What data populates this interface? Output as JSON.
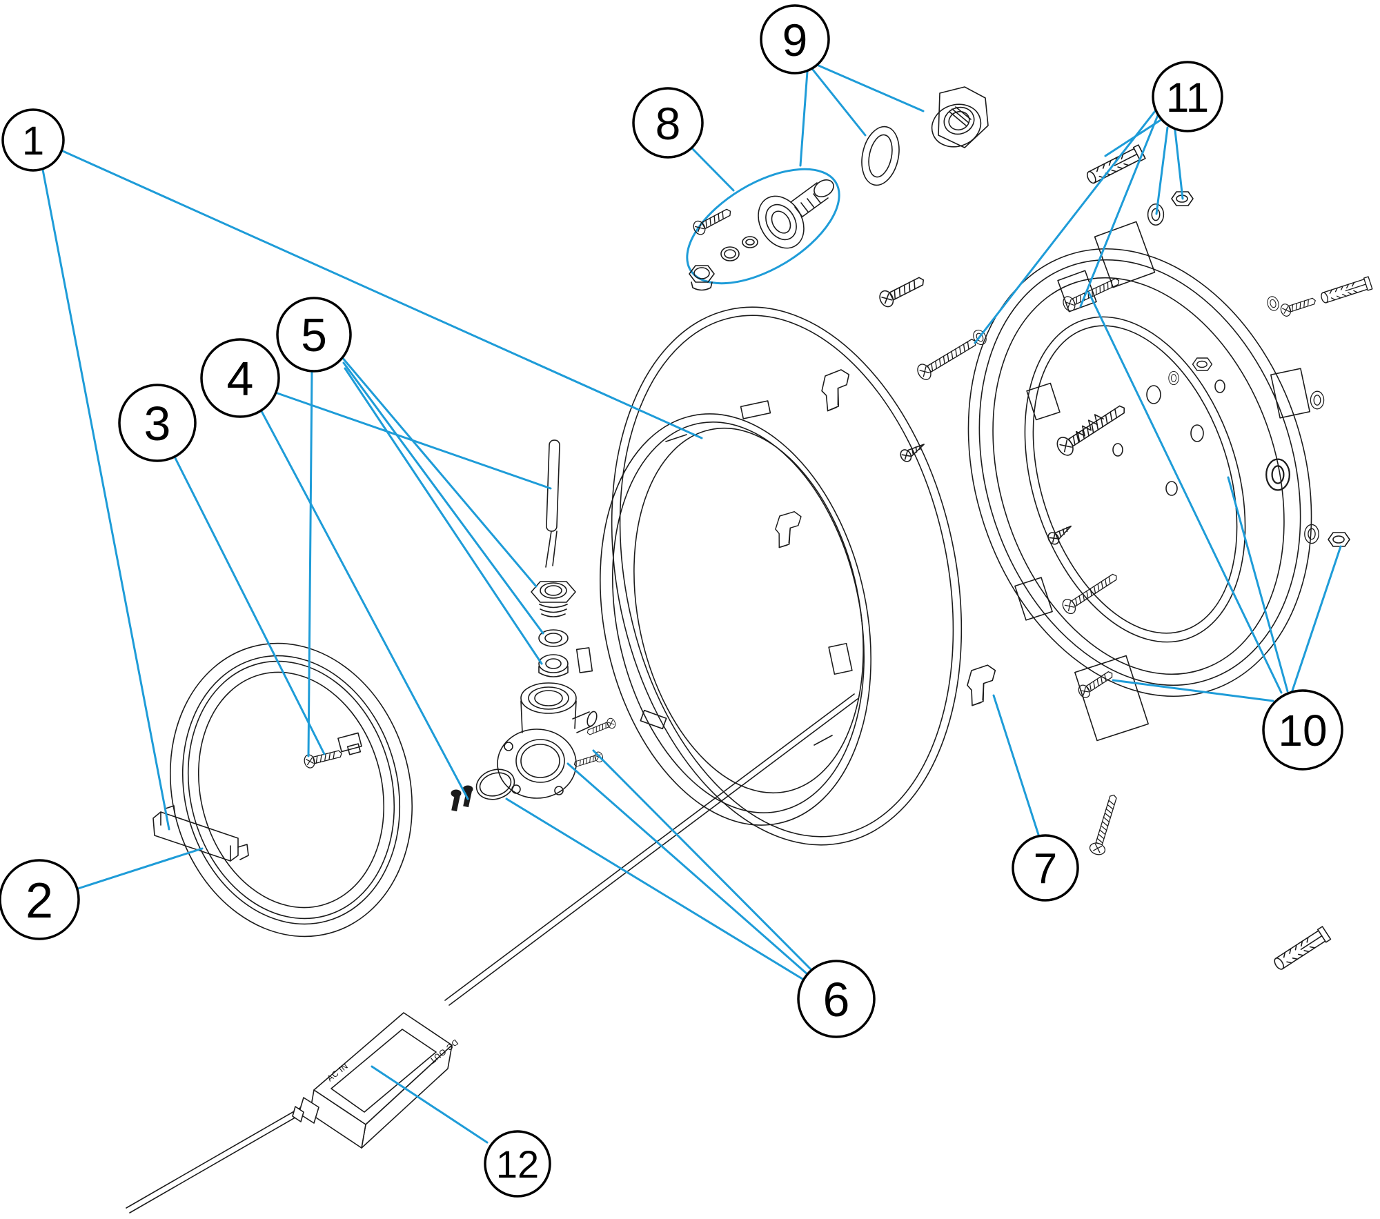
{
  "diagram": {
    "kind": "exploded-parts-diagram",
    "background_color": "#ffffff",
    "drawing_line_color": "#1b1b1b",
    "leader_line_color": "#1E9CD8",
    "callout_fill": "#ffffff",
    "callout_stroke": "#000000"
  },
  "callouts": [
    {
      "number": "1"
    },
    {
      "number": "2"
    },
    {
      "number": "3"
    },
    {
      "number": "4"
    },
    {
      "number": "5"
    },
    {
      "number": "6"
    },
    {
      "number": "7"
    },
    {
      "number": "8"
    },
    {
      "number": "9"
    },
    {
      "number": "10"
    },
    {
      "number": "11"
    },
    {
      "number": "12"
    }
  ],
  "transformer": {
    "label_ac": "AC IN",
    "label_dc": "DC OUT"
  },
  "parts": [
    "trim-ring",
    "retaining-clip-bar",
    "lamp-front-ring",
    "gland-pin",
    "gland-nut-and-washers",
    "elbow-conduit-fitting",
    "niche-clip",
    "wall-conduit-fitting-group",
    "lock-nut-and-washer",
    "fixing-screws",
    "wall-anchor-kit",
    "transformer"
  ]
}
